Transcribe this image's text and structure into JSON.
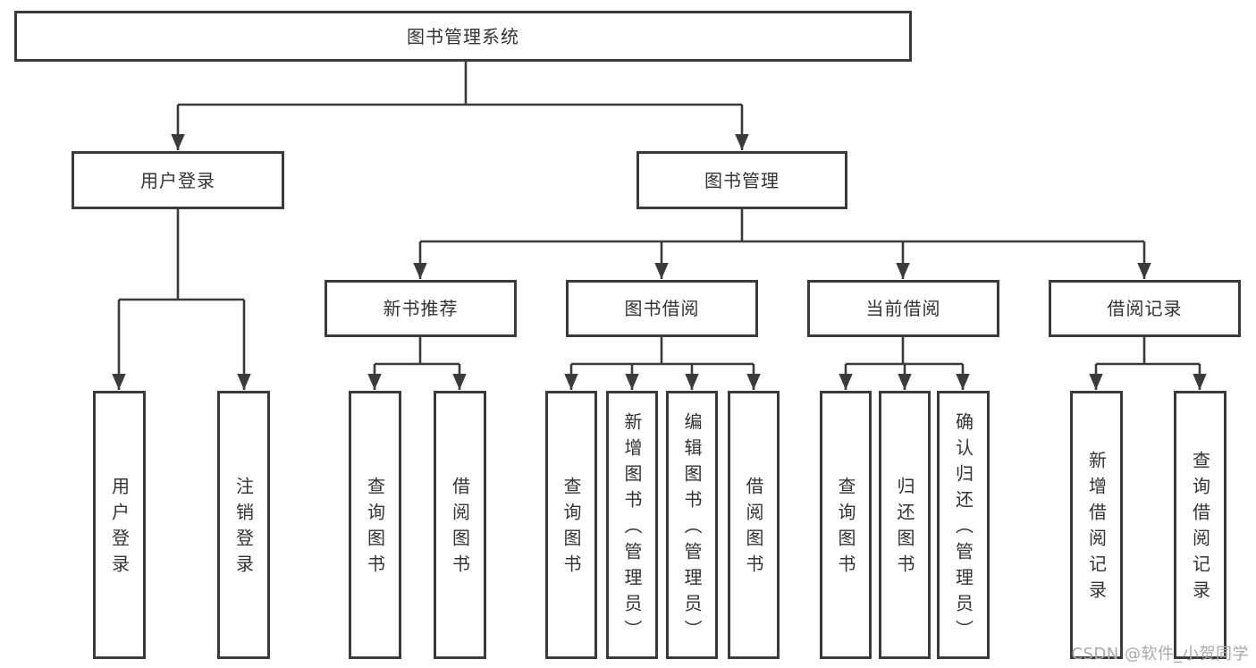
{
  "tree": {
    "root": "图书管理系统",
    "branches": [
      {
        "label": "用户登录",
        "children": [
          "用户登录",
          "注销登录"
        ]
      },
      {
        "label": "图书管理",
        "groups": [
          {
            "label": "新书推荐",
            "children": [
              "查询图书",
              "借阅图书"
            ]
          },
          {
            "label": "图书借阅",
            "children": [
              "查询图书",
              "新增图书（管理员）",
              "编辑图书（管理员）",
              "借阅图书"
            ]
          },
          {
            "label": "当前借阅",
            "children": [
              "查询图书",
              "归还图书",
              "确认归还（管理员）"
            ]
          },
          {
            "label": "借阅记录",
            "children": [
              "新增借阅记录",
              "查询借阅记录"
            ]
          }
        ]
      }
    ]
  },
  "watermark": {
    "text": "CSDN @软件_小贺同学"
  },
  "colors": {
    "line": "#3b3b3b",
    "text": "#333333",
    "watermark": "#a9a9a9",
    "background": "#ffffff"
  }
}
